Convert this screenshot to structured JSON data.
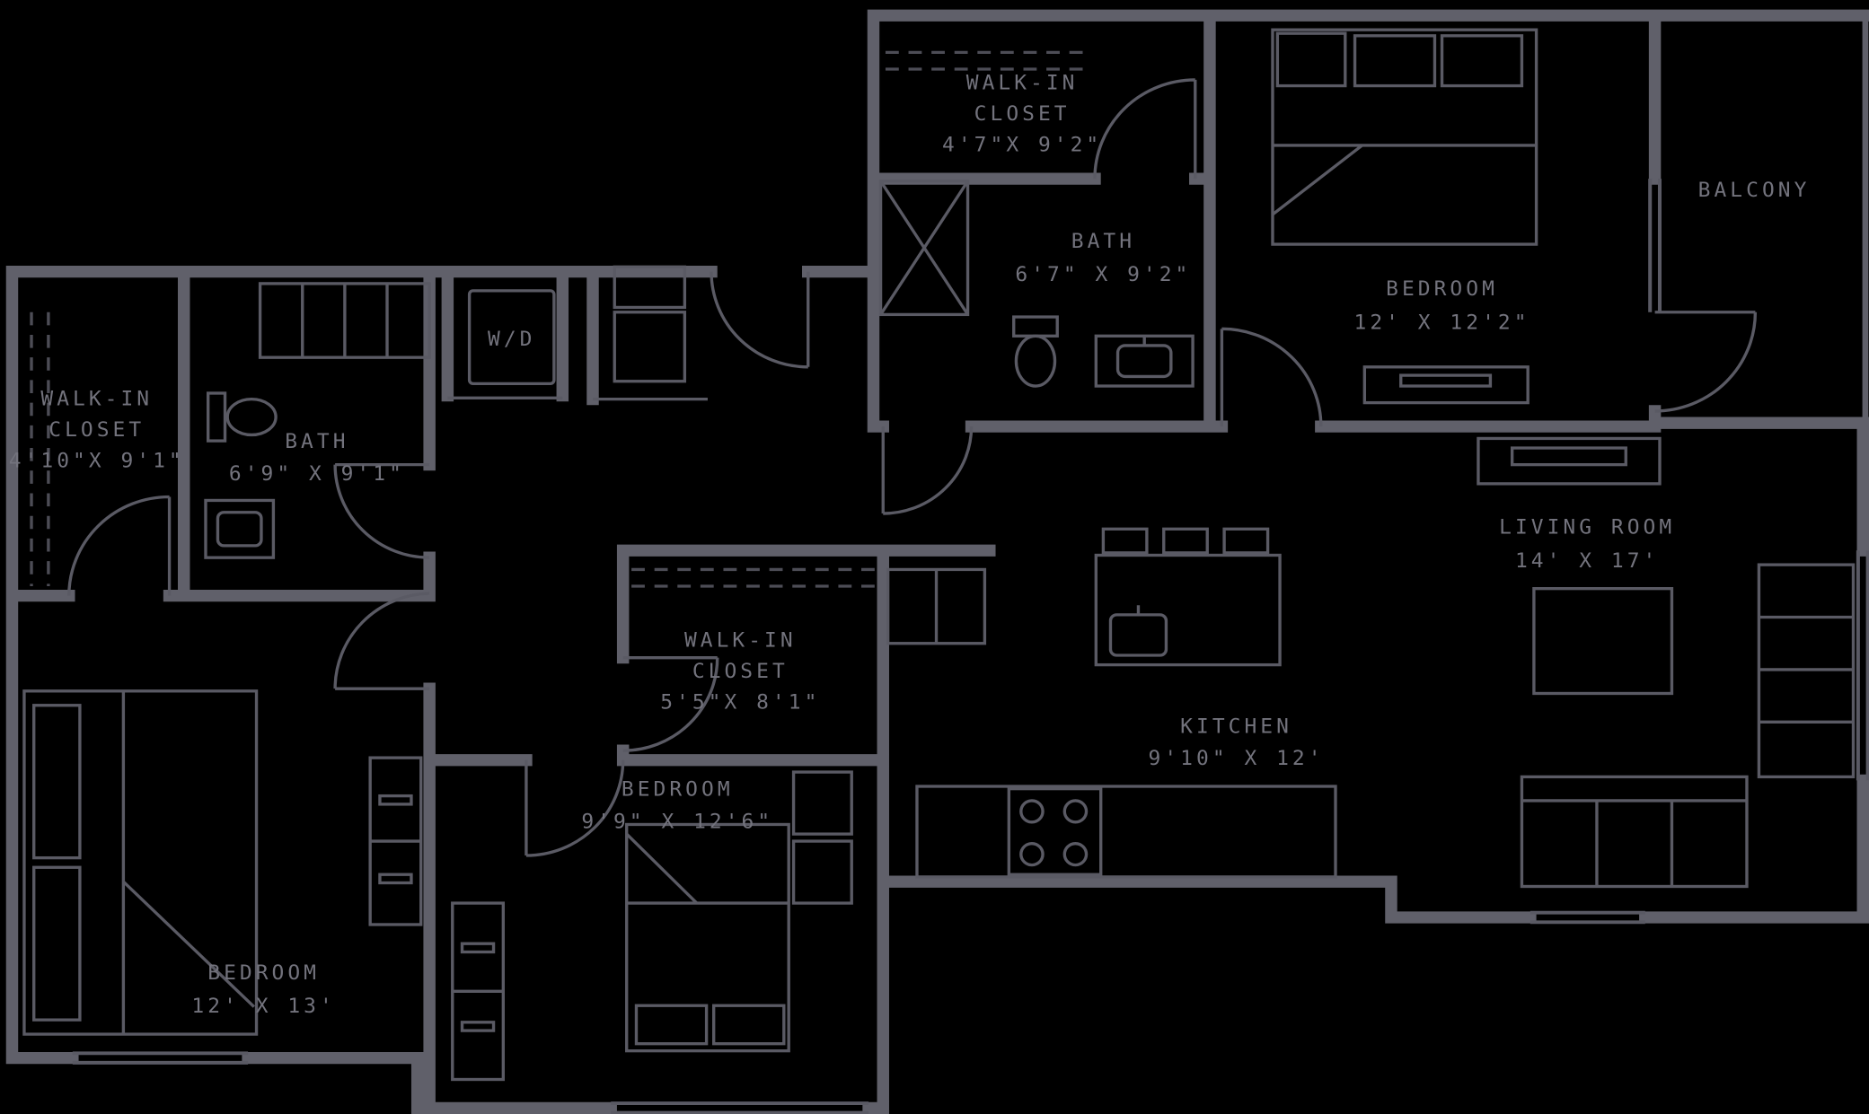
{
  "colors": {
    "background": "#000000",
    "wall": "#60606a",
    "fixture": "#5a5a64",
    "rod": "#4d4d56",
    "text": "#73737d"
  },
  "rooms": {
    "wic_upper": {
      "lines": [
        "WALK-IN",
        "CLOSET",
        "4'7\"X 9'2\""
      ]
    },
    "bath_upper": {
      "lines": [
        "BATH",
        "6'7\" X 9'2\""
      ]
    },
    "bedroom_upper": {
      "lines": [
        "BEDROOM",
        "12' X 12'2\""
      ]
    },
    "balcony": {
      "lines": [
        "BALCONY"
      ]
    },
    "wic_left": {
      "lines": [
        "WALK-IN",
        "CLOSET",
        "4'10\"X 9'1\""
      ]
    },
    "bath_left": {
      "lines": [
        "BATH",
        "6'9\" X 9'1\""
      ]
    },
    "laundry": {
      "lines": [
        "W/D"
      ]
    },
    "living_room": {
      "lines": [
        "LIVING ROOM",
        "14' X 17'"
      ]
    },
    "wic_center": {
      "lines": [
        "WALK-IN",
        "CLOSET",
        "5'5\"X 8'1\""
      ]
    },
    "kitchen": {
      "lines": [
        "KITCHEN",
        "9'10\" X 12'"
      ]
    },
    "bedroom_center": {
      "lines": [
        "BEDROOM",
        "9'9\" X 12'6\""
      ]
    },
    "bedroom_left": {
      "lines": [
        "BEDROOM",
        "12' X 13'"
      ]
    }
  }
}
